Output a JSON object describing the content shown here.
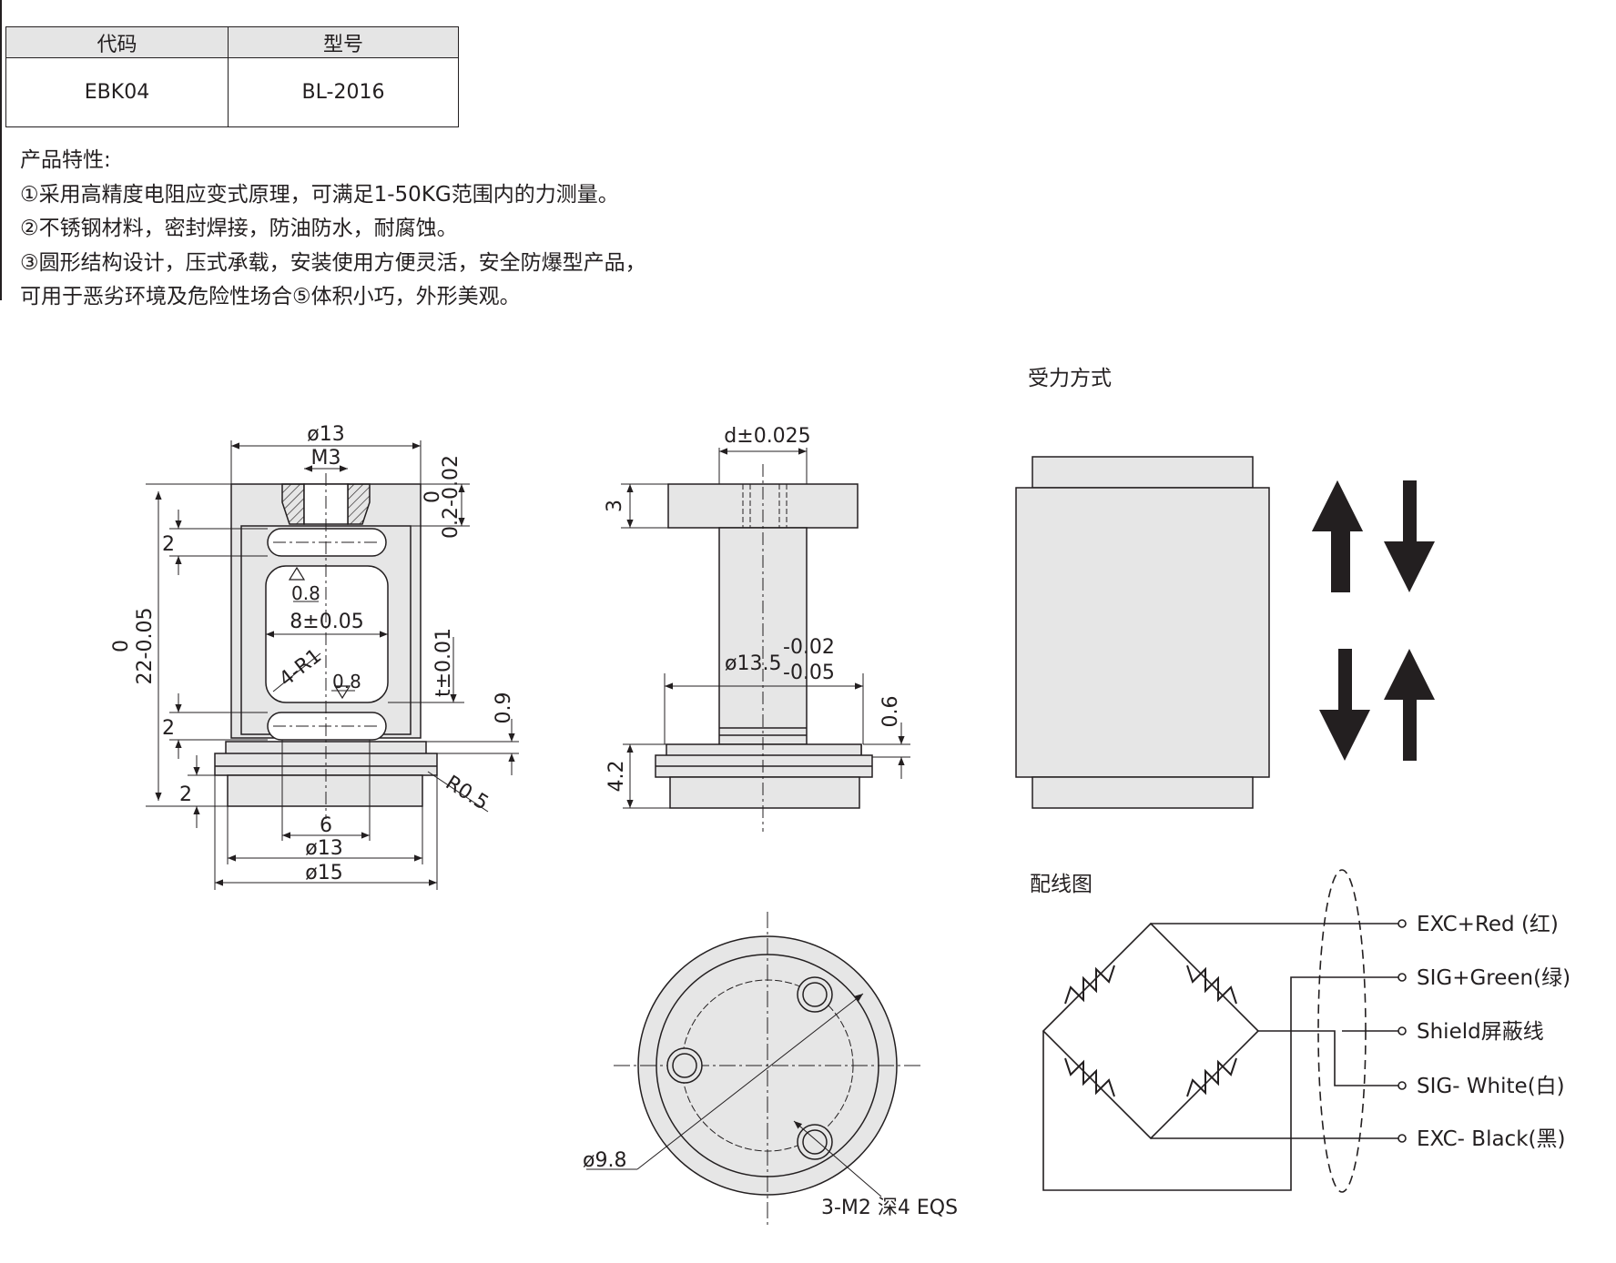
{
  "table": {
    "headers": [
      "代码",
      "型号"
    ],
    "row": [
      "EBK04",
      "BL-2016"
    ]
  },
  "features": {
    "title": "产品特性:",
    "lines": [
      "①采用高精度电阻应变式原理，可满足1-50KG范围内的力测量。",
      "②不锈钢材料，密封焊接，防油防水，耐腐蚀。",
      "③圆形结构设计，压式承载，安装使用方便灵活，安全防爆型产品，",
      "可用于恶劣环境及危险性场合⑤体积小巧，外形美观。"
    ]
  },
  "front_view": {
    "dims": {
      "top_dia": "ø13",
      "thread": "M3",
      "depth_upper": "0",
      "depth_lower": "0.2-0.02",
      "slot_top": "2",
      "corner_mark_top": "0.8",
      "width": "8±0.05",
      "radius": "4-R1",
      "corner_mark_bottom": "0.8",
      "height_upper": "0",
      "height_lower": "22-0.05",
      "thickness": "t±0.01",
      "gap": "0.9",
      "slot_bottom": "2",
      "base": "2",
      "fillet": "R0.5",
      "hole_width": "6",
      "bottom_dia": "ø13",
      "flange_dia": "ø15"
    }
  },
  "side_view": {
    "dims": {
      "top": "d±0.025",
      "cap_height": "3",
      "shaft_dia": "ø13.5",
      "tol_upper": "-0.02",
      "tol_lower": "-0.05",
      "step": "0.6",
      "base_height": "4.2"
    }
  },
  "bottom_view": {
    "dims": {
      "circle": "ø9.8",
      "holes": "3-M2 深4 EQS"
    }
  },
  "force": {
    "title": "受力方式"
  },
  "wiring": {
    "title": "配线图",
    "labels": [
      "EXC+Red (红)",
      "SIG+Green(绿)",
      "Shield屏蔽线",
      "SIG- White(白)",
      "EXC- Black(黑)"
    ]
  }
}
